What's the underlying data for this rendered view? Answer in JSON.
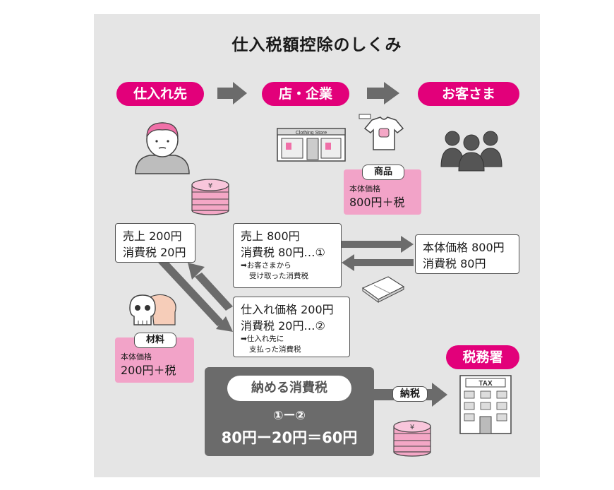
{
  "title": "仕入税額控除のしくみ",
  "flow": {
    "supplier": "仕入れ先",
    "store": "店・企業",
    "customer": "お客さま",
    "tax_office": "税務署"
  },
  "product_card": {
    "tag": "商品",
    "label": "本体価格",
    "price": "800円＋税"
  },
  "material_card": {
    "tag": "材料",
    "label": "本体価格",
    "price": "200円＋税"
  },
  "supplier_box": {
    "line1": "売上 200円",
    "line2": "消費税 20円"
  },
  "store_sales_box": {
    "line1": "売上 800円",
    "line2": "消費税 80円…①",
    "note1": "➡お客さまから",
    "note2": "受け取った消費税"
  },
  "store_purchase_box": {
    "line1": "仕入れ価格 200円",
    "line2": "消費税 20円…②",
    "note1": "➡仕入れ先に",
    "note2": "支払った消費税"
  },
  "customer_box": {
    "line1": "本体価格 800円",
    "line2": "消費税 80円"
  },
  "payable": {
    "label": "納める消費税",
    "formula": "①ー②",
    "result": "80円ー20円＝60円",
    "pay_label": "納税"
  },
  "icons": {
    "shop_sign": "Clothing Store",
    "tax_sign": "TAX",
    "yen": "¥"
  },
  "colors": {
    "accent": "#e2007a",
    "card_pink": "#f2a3c8",
    "arrow_gray": "#6b6b6b",
    "panel_bg": "#e5e5e5"
  }
}
